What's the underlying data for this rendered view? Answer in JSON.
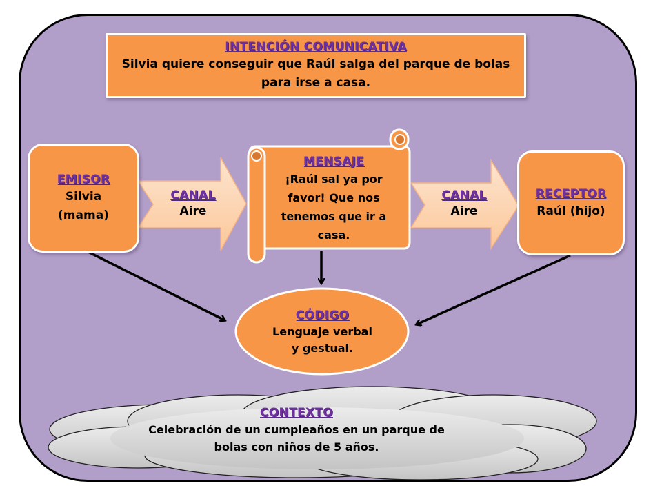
{
  "colors": {
    "background_frame": "#b19fc9",
    "box_fill": "#f79646",
    "arrow_fill": "#fcd5b4",
    "heading_text": "#7030a0",
    "cloud_fill": "#d9d9d9",
    "connector": "#000000"
  },
  "intencion": {
    "title": "INTENCIÓN COMUNICATIVA",
    "line1": "Silvia quiere conseguir que Raúl  salga del parque de bolas",
    "line2": "para irse a casa."
  },
  "emisor": {
    "title": "EMISOR",
    "line1": "Silvia",
    "line2": "(mama)"
  },
  "canal_left": {
    "title": "CANAL",
    "value": "Aire"
  },
  "mensaje": {
    "title": "MENSAJE",
    "lines": [
      "¡Raúl  sal ya por",
      "favor! Que nos",
      "tenemos que ir a",
      "casa."
    ]
  },
  "canal_right": {
    "title": "CANAL",
    "value": "Aire"
  },
  "receptor": {
    "title": "RECEPTOR",
    "value": "Raúl (hijo)"
  },
  "codigo": {
    "title": "CÓDIGO",
    "line1": "Lenguaje verbal",
    "line2": "y gestual."
  },
  "contexto": {
    "title": "CONTEXTO",
    "line1": "Celebración de un cumpleaños en un parque de",
    "line2": "bolas con niños de 5 años."
  },
  "connectors": [
    {
      "from": "emisor",
      "to": "codigo"
    },
    {
      "from": "mensaje",
      "to": "codigo"
    },
    {
      "from": "receptor",
      "to": "codigo"
    }
  ]
}
